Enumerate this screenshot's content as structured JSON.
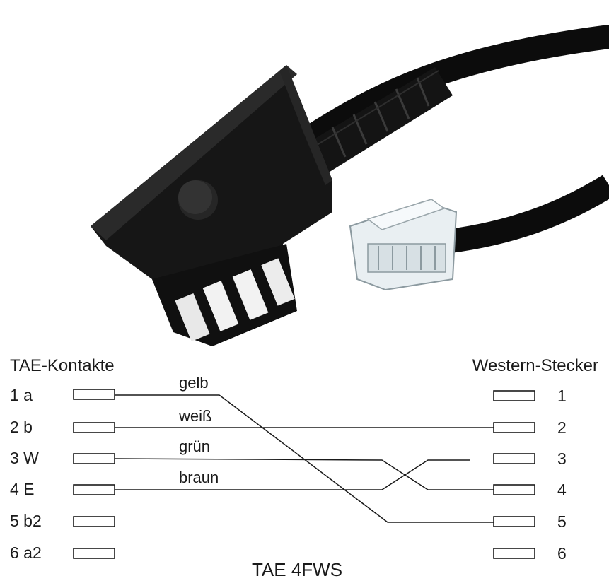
{
  "diagram": {
    "title": "TAE 4FWS",
    "left_header": "TAE-Kontakte",
    "right_header": "Western-Stecker",
    "left_pins": [
      "1 a",
      "2 b",
      "3 W",
      "4 E",
      "5 b2",
      "6 a2"
    ],
    "right_pins": [
      "1",
      "2",
      "3",
      "4",
      "5",
      "6"
    ],
    "wires": [
      {
        "label": "gelb",
        "from": "1 a",
        "to": "5"
      },
      {
        "label": "weiß",
        "from": "2 b",
        "to": "2"
      },
      {
        "label": "grün",
        "from": "3 W",
        "to": "4"
      },
      {
        "label": "braun",
        "from": "4 E",
        "to": "3"
      }
    ]
  },
  "photo": {
    "subject": "TAE plug cable with RJ11 western connector",
    "colors": {
      "cable": "#0e0e0e",
      "plug_body": "#161616",
      "rj_clear": "#e6eef2"
    }
  }
}
